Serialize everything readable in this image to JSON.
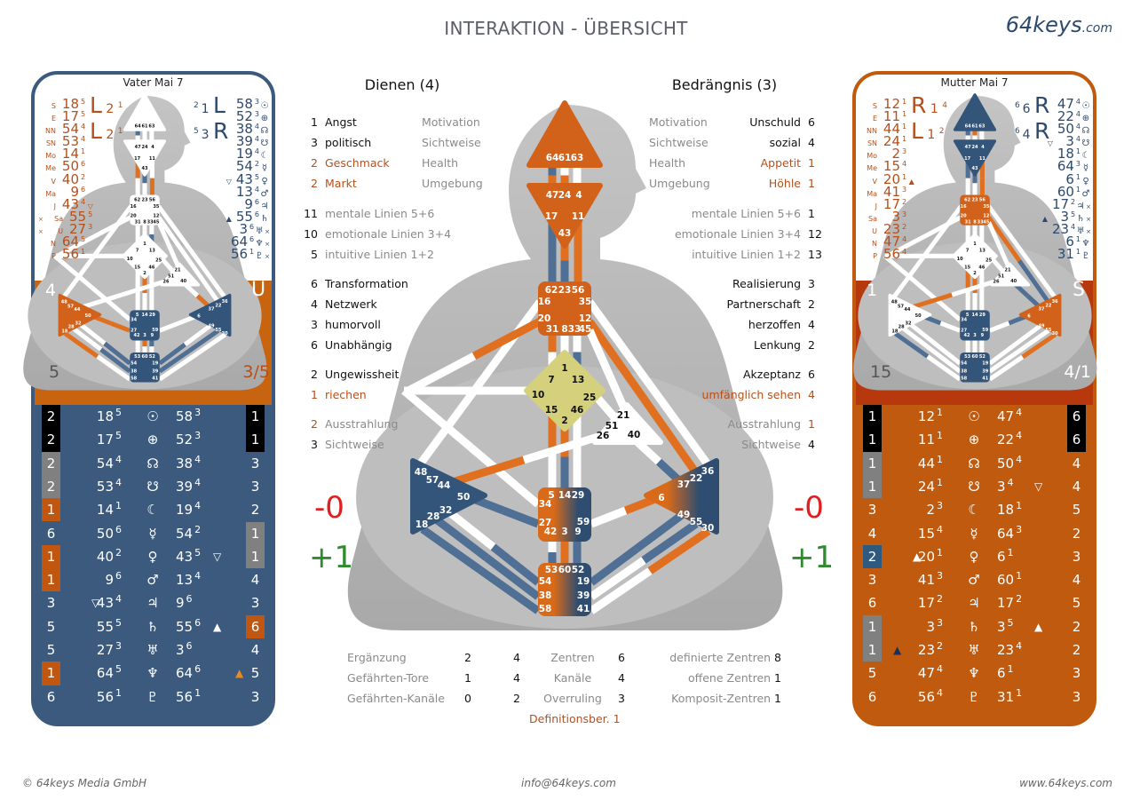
{
  "header": {
    "title": "INTERAKTION - ÜBERSICHT",
    "logo_main": "64keys",
    "logo_suffix": ".com"
  },
  "footer": {
    "left": "© 64keys Media GmbH",
    "center": "info@64keys.com",
    "right": "www.64keys.com"
  },
  "colors": {
    "blue": "#3b5a7d",
    "orange": "#c8640f",
    "red_band": "#b8380e",
    "orange_table": "#bf5a0e",
    "text_orange": "#b5501c",
    "gray_text": "#8a8a8a",
    "minus_red": "#e02020",
    "plus_green": "#2e8b2e",
    "g_center": "#d4d07c"
  },
  "center_colors": {
    "main": {
      "head": "o",
      "ajna": "o",
      "throat": "o",
      "g": "y",
      "heart": "w",
      "spleen": "b",
      "sacral": "ob",
      "solar": "ob",
      "root": "ob"
    },
    "vater": {
      "head": "w",
      "ajna": "w",
      "throat": "w",
      "g": "w",
      "heart": "w",
      "spleen": "o",
      "sacral": "b",
      "solar": "b",
      "root": "b"
    },
    "mutter": {
      "head": "b",
      "ajna": "b",
      "throat": "o",
      "g": "w",
      "heart": "w",
      "spleen": "w",
      "sacral": "b",
      "solar": "o",
      "root": "b"
    }
  },
  "gates": {
    "head": [
      "64",
      "61",
      "63"
    ],
    "ajna": [
      "47",
      "24",
      "4",
      "17",
      "11",
      "43"
    ],
    "throat": [
      "62",
      "23",
      "56",
      "16",
      "35",
      "20",
      "12",
      "31",
      "8",
      "33",
      "45"
    ],
    "g": [
      "1",
      "7",
      "13",
      "10",
      "25",
      "15",
      "46",
      "2"
    ],
    "heart": [
      "21",
      "51",
      "26",
      "40"
    ],
    "spleen": [
      "48",
      "57",
      "44",
      "50",
      "32",
      "28",
      "18"
    ],
    "solar": [
      "36",
      "22",
      "37",
      "6",
      "49",
      "55",
      "30"
    ],
    "sacral": [
      "5",
      "14",
      "29",
      "34",
      "27",
      "59",
      "42",
      "3",
      "9"
    ],
    "root": [
      "53",
      "60",
      "52",
      "54",
      "19",
      "38",
      "39",
      "58",
      "41"
    ]
  },
  "left_card": {
    "title": "Vater Mai 7",
    "arrows_left": [
      {
        "dir": "L",
        "a": "2",
        "b": "1"
      },
      {
        "dir": "L",
        "a": "2",
        "b": "1"
      }
    ],
    "arrows_right": [
      {
        "a": "2",
        "b": "1",
        "dir": "L"
      },
      {
        "a": "5",
        "b": "3",
        "dir": "R"
      }
    ],
    "design": [
      [
        "S",
        "18",
        "5",
        ""
      ],
      [
        "E",
        "17",
        "5",
        ""
      ],
      [
        "NN",
        "54",
        "4",
        ""
      ],
      [
        "SN",
        "53",
        "4",
        ""
      ],
      [
        "Mo",
        "14",
        "1",
        ""
      ],
      [
        "Me",
        "50",
        "6",
        ""
      ],
      [
        "V",
        "40",
        "2",
        ""
      ],
      [
        "Ma",
        "9",
        "6",
        ""
      ],
      [
        "J",
        "43",
        "4",
        "▽"
      ],
      [
        "Sa",
        "55",
        "5",
        "×"
      ],
      [
        "U",
        "27",
        "3",
        "×"
      ],
      [
        "N",
        "64",
        "5",
        ""
      ],
      [
        "P",
        "56",
        "1",
        ""
      ]
    ],
    "personality": [
      [
        "",
        "58",
        "3",
        "☉",
        ""
      ],
      [
        "",
        "52",
        "3",
        "⊕",
        ""
      ],
      [
        "",
        "38",
        "4",
        "☊",
        ""
      ],
      [
        "",
        "39",
        "4",
        "☋",
        ""
      ],
      [
        "",
        "19",
        "4",
        "☾",
        ""
      ],
      [
        "",
        "54",
        "2",
        "☿",
        ""
      ],
      [
        "▽",
        "43",
        "5",
        "♀",
        ""
      ],
      [
        "",
        "13",
        "4",
        "♂",
        ""
      ],
      [
        "",
        "9",
        "6",
        "♃",
        ""
      ],
      [
        "▲",
        "55",
        "6",
        "♄",
        ""
      ],
      [
        "",
        "3",
        "6",
        "♅",
        "×"
      ],
      [
        "",
        "64",
        "6",
        "♆",
        "×"
      ],
      [
        "",
        "56",
        "1",
        "♇",
        "×"
      ]
    ],
    "band_left": "4",
    "band_right": "U",
    "profile_left": "5",
    "profile_right": "3/5",
    "table": [
      [
        "2",
        "black",
        "",
        "18",
        "5",
        "☉",
        "58",
        "3",
        "",
        "1",
        "black"
      ],
      [
        "2",
        "black",
        "",
        "17",
        "5",
        "⊕",
        "52",
        "3",
        "",
        "1",
        "black"
      ],
      [
        "2",
        "gray",
        "",
        "54",
        "4",
        "☊",
        "38",
        "4",
        "",
        "3",
        ""
      ],
      [
        "2",
        "gray",
        "",
        "53",
        "4",
        "☋",
        "39",
        "4",
        "",
        "3",
        ""
      ],
      [
        "1",
        "orange",
        "",
        "14",
        "1",
        "☾",
        "19",
        "4",
        "",
        "2",
        ""
      ],
      [
        "6",
        "",
        "",
        "50",
        "6",
        "☿",
        "54",
        "2",
        "",
        "1",
        "gray"
      ],
      [
        "1",
        "orange",
        "",
        "40",
        "2",
        "♀",
        "43",
        "5",
        "▽",
        "1",
        "gray"
      ],
      [
        "1",
        "orange",
        "",
        "9",
        "6",
        "♂",
        "13",
        "4",
        "",
        "4",
        ""
      ],
      [
        "3",
        "",
        "▽",
        "43",
        "4",
        "♃",
        "9",
        "6",
        "",
        "3",
        ""
      ],
      [
        "5",
        "",
        "",
        "55",
        "5",
        "♄",
        "55",
        "6",
        "▲",
        "6",
        "orange"
      ],
      [
        "5",
        "",
        "",
        "27",
        "3",
        "♅",
        "3",
        "6",
        "",
        "4",
        ""
      ],
      [
        "1",
        "orange",
        "",
        "64",
        "5",
        "♆",
        "64",
        "6",
        "▲o",
        "5",
        ""
      ],
      [
        "6",
        "",
        "",
        "56",
        "1",
        "♇",
        "56",
        "1",
        "",
        "3",
        ""
      ]
    ]
  },
  "right_card": {
    "title": "Mutter Mai 7",
    "arrows_left": [
      {
        "dir": "R",
        "a": "1",
        "b": "4"
      },
      {
        "dir": "L",
        "a": "1",
        "b": "2"
      }
    ],
    "arrows_right": [
      {
        "a": "6",
        "b": "6",
        "dir": "R"
      },
      {
        "a": "6",
        "b": "4",
        "dir": "R"
      }
    ],
    "design": [
      [
        "S",
        "12",
        "1",
        ""
      ],
      [
        "E",
        "11",
        "1",
        ""
      ],
      [
        "NN",
        "44",
        "1",
        ""
      ],
      [
        "SN",
        "24",
        "1",
        ""
      ],
      [
        "Mo",
        "2",
        "3",
        ""
      ],
      [
        "Me",
        "15",
        "4",
        ""
      ],
      [
        "V",
        "20",
        "1",
        "▲"
      ],
      [
        "Ma",
        "41",
        "3",
        ""
      ],
      [
        "J",
        "17",
        "2",
        ""
      ],
      [
        "Sa",
        "3",
        "3",
        ""
      ],
      [
        "U",
        "23",
        "2",
        ""
      ],
      [
        "N",
        "47",
        "4",
        ""
      ],
      [
        "P",
        "56",
        "4",
        ""
      ]
    ],
    "personality": [
      [
        "",
        "47",
        "4",
        "☉",
        ""
      ],
      [
        "",
        "22",
        "4",
        "⊕",
        ""
      ],
      [
        "",
        "50",
        "4",
        "☊",
        ""
      ],
      [
        "▽",
        "3",
        "4",
        "☋",
        ""
      ],
      [
        "",
        "18",
        "1",
        "☾",
        ""
      ],
      [
        "",
        "64",
        "3",
        "☿",
        ""
      ],
      [
        "",
        "6",
        "1",
        "♀",
        ""
      ],
      [
        "",
        "60",
        "1",
        "♂",
        ""
      ],
      [
        "",
        "17",
        "2",
        "♃",
        "×"
      ],
      [
        "▲",
        "3",
        "5",
        "♄",
        "×"
      ],
      [
        "",
        "23",
        "4",
        "♅",
        "×"
      ],
      [
        "",
        "6",
        "1",
        "♆",
        ""
      ],
      [
        "",
        "31",
        "1",
        "♇",
        ""
      ]
    ],
    "band_left": "1",
    "band_right": "S",
    "profile_left": "15",
    "profile_right": "4/1",
    "table": [
      [
        "1",
        "black",
        "",
        "12",
        "1",
        "☉",
        "47",
        "4",
        "",
        "6",
        "black"
      ],
      [
        "1",
        "black",
        "",
        "11",
        "1",
        "⊕",
        "22",
        "4",
        "",
        "6",
        "black"
      ],
      [
        "1",
        "gray",
        "",
        "44",
        "1",
        "☊",
        "50",
        "4",
        "",
        "4",
        ""
      ],
      [
        "1",
        "gray",
        "",
        "24",
        "1",
        "☋",
        "3",
        "4",
        "▽",
        "4",
        ""
      ],
      [
        "3",
        "",
        "",
        "2",
        "3",
        "☾",
        "18",
        "1",
        "",
        "5",
        ""
      ],
      [
        "4",
        "",
        "",
        "15",
        "4",
        "☿",
        "64",
        "3",
        "",
        "2",
        ""
      ],
      [
        "2",
        "blue",
        "▲",
        "20",
        "1",
        "♀",
        "6",
        "1",
        "",
        "3",
        ""
      ],
      [
        "3",
        "",
        "",
        "41",
        "3",
        "♂",
        "60",
        "1",
        "",
        "4",
        ""
      ],
      [
        "6",
        "",
        "",
        "17",
        "2",
        "♃",
        "17",
        "2",
        "",
        "5",
        ""
      ],
      [
        "1",
        "gray",
        "",
        "3",
        "3",
        "♄",
        "3",
        "5",
        "▲",
        "2",
        ""
      ],
      [
        "1",
        "gray",
        "▲b",
        "23",
        "2",
        "♅",
        "23",
        "4",
        "",
        "2",
        ""
      ],
      [
        "5",
        "",
        "",
        "47",
        "4",
        "♆",
        "6",
        "1",
        "",
        "3",
        ""
      ],
      [
        "6",
        "",
        "",
        "56",
        "4",
        "♇",
        "31",
        "1",
        "",
        "3",
        ""
      ]
    ]
  },
  "dienen": {
    "title": "Dienen (4)",
    "rows": [
      {
        "n": "1",
        "t": "Angst",
        "c": "k",
        "nc": "k",
        "extra": "Motivation"
      },
      {
        "n": "3",
        "t": "politisch",
        "c": "k",
        "nc": "k",
        "extra": "Sichtweise"
      },
      {
        "n": "2",
        "t": "Geschmack",
        "c": "o",
        "nc": "o",
        "extra": "Health"
      },
      {
        "n": "2",
        "t": "Markt",
        "c": "o",
        "nc": "o",
        "extra": "Umgebung"
      },
      {
        "n": "11",
        "t": "mentale Linien 5+6",
        "c": "g",
        "nc": "k"
      },
      {
        "n": "10",
        "t": "emotionale Linien 3+4",
        "c": "g",
        "nc": "k"
      },
      {
        "n": "5",
        "t": "intuitive Linien 1+2",
        "c": "g",
        "nc": "k"
      },
      {
        "n": "6",
        "t": "Transformation",
        "c": "k",
        "nc": "k"
      },
      {
        "n": "4",
        "t": "Netzwerk",
        "c": "k",
        "nc": "k"
      },
      {
        "n": "3",
        "t": "humorvoll",
        "c": "k",
        "nc": "k"
      },
      {
        "n": "6",
        "t": "Unabhängig",
        "c": "k",
        "nc": "k"
      },
      {
        "n": "2",
        "t": "Ungewissheit",
        "c": "k",
        "nc": "k"
      },
      {
        "n": "1",
        "t": "riechen",
        "c": "o",
        "nc": "o"
      },
      {
        "n": "2",
        "t": "Ausstrahlung",
        "c": "g",
        "nc": "o"
      },
      {
        "n": "3",
        "t": "Sichtweise",
        "c": "g",
        "nc": "k"
      }
    ],
    "minus": "-0",
    "plus": "+1"
  },
  "bedraengnis": {
    "title": "Bedrängnis (3)",
    "rows": [
      {
        "n": "6",
        "t": "Unschuld",
        "c": "k",
        "nc": "k",
        "extra": "Motivation"
      },
      {
        "n": "4",
        "t": "sozial",
        "c": "k",
        "nc": "k",
        "extra": "Sichtweise"
      },
      {
        "n": "1",
        "t": "Appetit",
        "c": "o",
        "nc": "o",
        "extra": "Health"
      },
      {
        "n": "1",
        "t": "Höhle",
        "c": "o",
        "nc": "o",
        "extra": "Umgebung"
      },
      {
        "n": "1",
        "t": "mentale Linien 5+6",
        "c": "g",
        "nc": "k"
      },
      {
        "n": "12",
        "t": "emotionale Linien 3+4",
        "c": "g",
        "nc": "k"
      },
      {
        "n": "13",
        "t": "intuitive Linien 1+2",
        "c": "g",
        "nc": "k"
      },
      {
        "n": "3",
        "t": "Realisierung",
        "c": "k",
        "nc": "k"
      },
      {
        "n": "2",
        "t": "Partnerschaft",
        "c": "k",
        "nc": "k"
      },
      {
        "n": "4",
        "t": "herzoffen",
        "c": "k",
        "nc": "k"
      },
      {
        "n": "2",
        "t": "Lenkung",
        "c": "k",
        "nc": "k"
      },
      {
        "n": "6",
        "t": "Akzeptanz",
        "c": "k",
        "nc": "k"
      },
      {
        "n": "4",
        "t": "umfänglich sehen",
        "c": "o",
        "nc": "o"
      },
      {
        "n": "1",
        "t": "Ausstrahlung",
        "c": "g",
        "nc": "o"
      },
      {
        "n": "4",
        "t": "Sichtweise",
        "c": "g",
        "nc": "k"
      }
    ],
    "minus": "-0",
    "plus": "+1"
  },
  "stats": {
    "rows": [
      {
        "label": "Ergänzung",
        "v1": "2",
        "v2": "4",
        "mid": "Zentren",
        "v3": "6",
        "right": "definierte Zentren",
        "v4": "8"
      },
      {
        "label": "Gefährten-Tore",
        "v1": "1",
        "v2": "4",
        "mid": "Kanäle",
        "v3": "4",
        "right": "offene Zentren",
        "v4": "1"
      },
      {
        "label": "Gefährten-Kanäle",
        "v1": "0",
        "v2": "2",
        "mid": "Overruling",
        "v3": "3",
        "right": "Komposit-Zentren",
        "v4": "1"
      }
    ],
    "definition_label": "Definitionsber.",
    "definition_value": "1"
  }
}
